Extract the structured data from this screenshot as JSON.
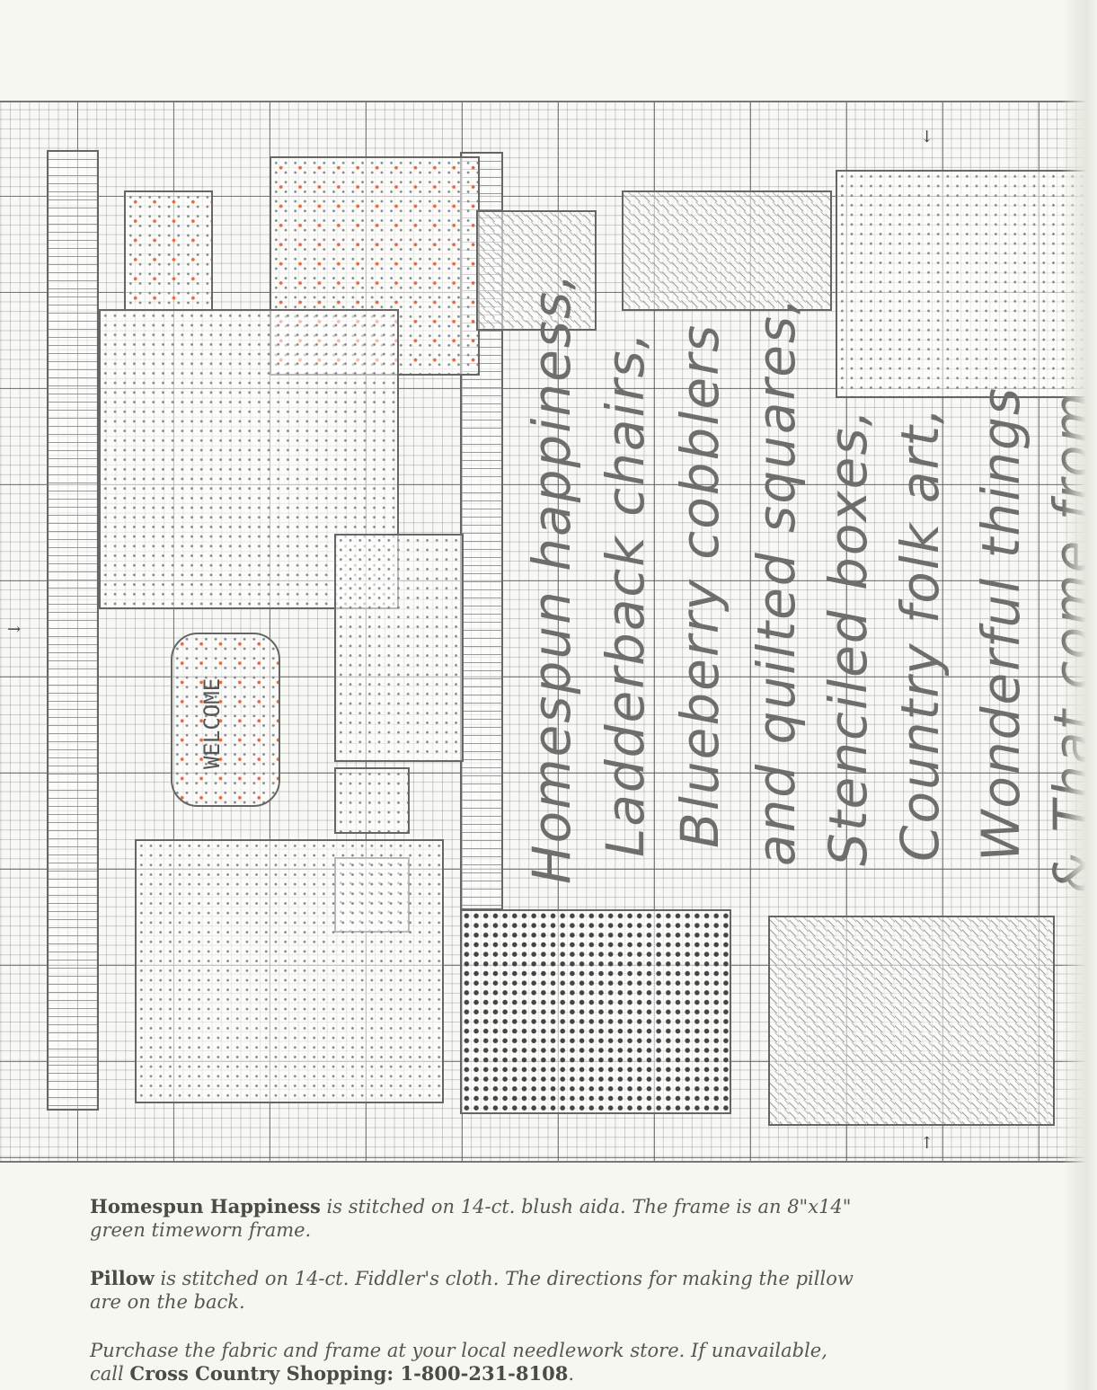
{
  "chart": {
    "verse_lines": [
      "Homespun happiness,",
      "Ladderback chairs,",
      "Blueberry cobblers",
      "and quilted squares,",
      "Stenciled boxes,",
      "Country folk art,",
      "Wonderful things",
      "& That come from"
    ],
    "motif_label": "WELCOME",
    "symbol_colors": {
      "line": "#666666",
      "accent": "#e86a3a",
      "grid": "#8a8a8a"
    }
  },
  "captions": [
    {
      "bold": "Homespun Happiness",
      "text": " is stitched on 14-ct. blush aida. The frame is an 8\"x14\" green timeworn frame."
    },
    {
      "bold": "Pillow",
      "text": " is stitched on 14-ct. Fiddler's cloth. The directions for making the pillow are on the back."
    },
    {
      "text": "Purchase the fabric and frame at your local needlework store. If unavailable, call ",
      "bold": "Cross Country Shopping: 1-800-231-8108",
      "end": "."
    }
  ]
}
